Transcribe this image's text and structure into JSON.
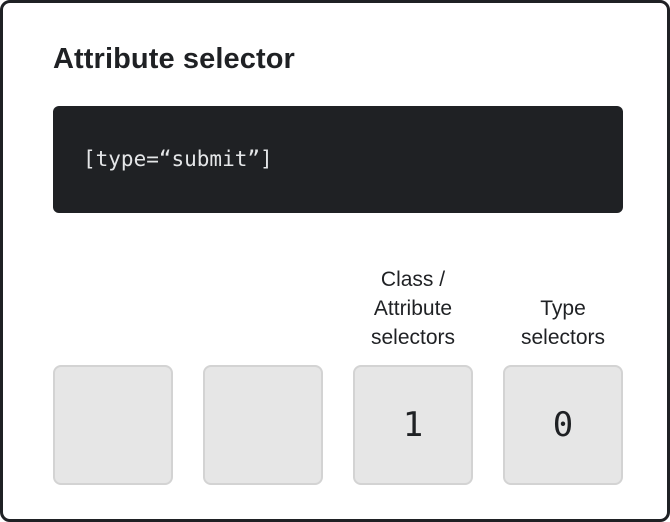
{
  "title": "Attribute selector",
  "code": "[type=“submit”]",
  "columns": [
    {
      "label_lines": [],
      "value": ""
    },
    {
      "label_lines": [],
      "value": ""
    },
    {
      "label_lines": [
        "Class /",
        "Attribute",
        "selectors"
      ],
      "value": "1"
    },
    {
      "label_lines": [
        "Type",
        "selectors"
      ],
      "value": "0"
    }
  ]
}
